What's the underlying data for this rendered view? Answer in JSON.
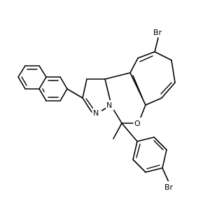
{
  "diagram": {
    "type": "skeletal-structure",
    "atom_labels": {
      "br_top": "Br",
      "br_bottom": "Br",
      "oxygen": "O",
      "nitrogen_imine": "N",
      "nitrogen_ring": "N",
      "methyl": "methyl"
    },
    "colors": {
      "bond": "#000000",
      "background": "#ffffff"
    }
  }
}
